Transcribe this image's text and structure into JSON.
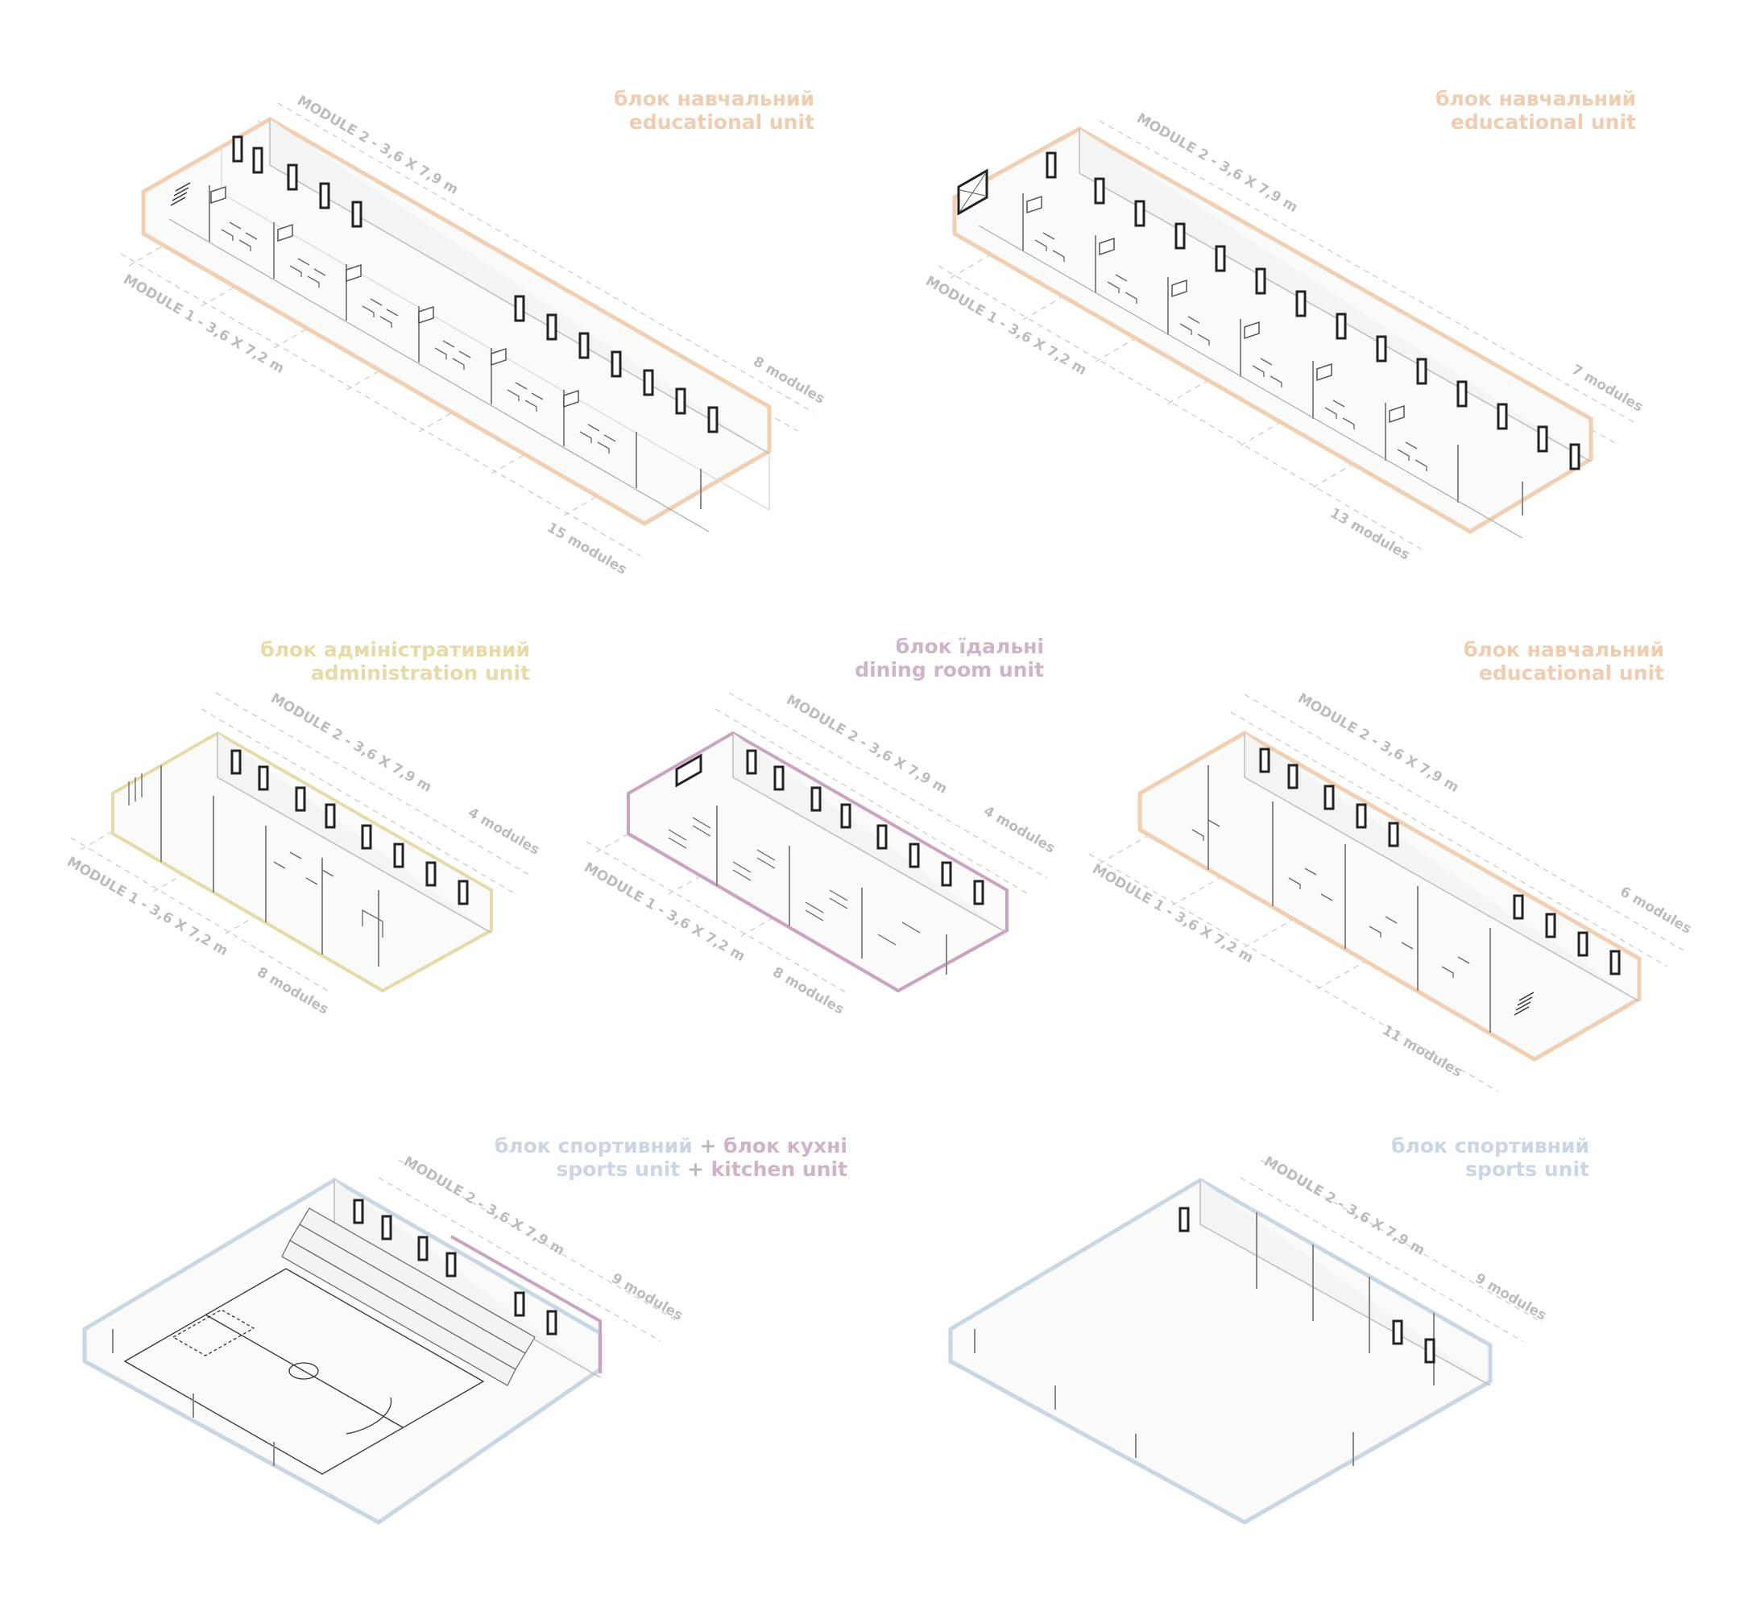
{
  "colors": {
    "educational": "#efcdb0",
    "administration": "#e6dba8",
    "dining": "#cfb3c8",
    "kitchen": "#c9a3c0",
    "sports": "#c9d6e4",
    "dimension_text": "#bcbcbc",
    "line": "#555555"
  },
  "labels": {
    "module2": "MODULE 2 - 3,6 X 7,9 m",
    "module1": "MODULE 1 - 3,6 X 7,2 m",
    "plus": "+"
  },
  "blocks": [
    {
      "title_uk": "блок навчальний",
      "title_en": "educational unit",
      "width_modules": "8 modules",
      "length_modules": "15 modules"
    },
    {
      "title_uk": "блок навчальний",
      "title_en": "educational unit",
      "width_modules": "7 modules",
      "length_modules": "13 modules"
    },
    {
      "title_uk": "блок адміністративний",
      "title_en": "administration unit",
      "width_modules": "4 modules",
      "length_modules": "8 modules"
    },
    {
      "title_uk": "блок їдальні",
      "title_en": "dining room unit",
      "width_modules": "4 modules",
      "length_modules": "8 modules"
    },
    {
      "title_uk": "блок навчальний",
      "title_en": "educational unit",
      "width_modules": "6 modules",
      "length_modules": "11 modules"
    },
    {
      "title_uk": "блок спортивний",
      "title_uk_b": "блок кухні",
      "title_en": "sports unit",
      "title_en_b": "kitchen unit",
      "width_modules": "9 modules"
    },
    {
      "title_uk": "блок спортивний",
      "title_en": "sports unit",
      "width_modules": "9 modules"
    }
  ]
}
